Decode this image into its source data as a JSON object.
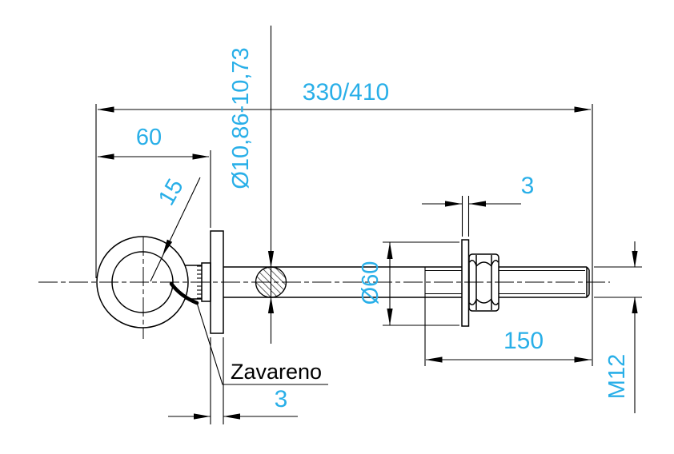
{
  "drawing": {
    "type": "technical-drawing",
    "part": "eye-bolt-with-welded-plate-and-hex-nut",
    "labels": {
      "overall_length": "330/410",
      "eye_width": "60",
      "eye_bar_diameter": "15",
      "rod_diameter": "Ø10,86-10,73",
      "washer_thickness": "3",
      "washer_diameter": "Ø60",
      "thread_length": "150",
      "thread_designation": "M12",
      "weld_note": "Zavareno",
      "plate_thickness": "3"
    },
    "colors": {
      "dimension_text": "#29AFE8",
      "geometry": "#000000",
      "background": "#FFFFFF"
    }
  }
}
